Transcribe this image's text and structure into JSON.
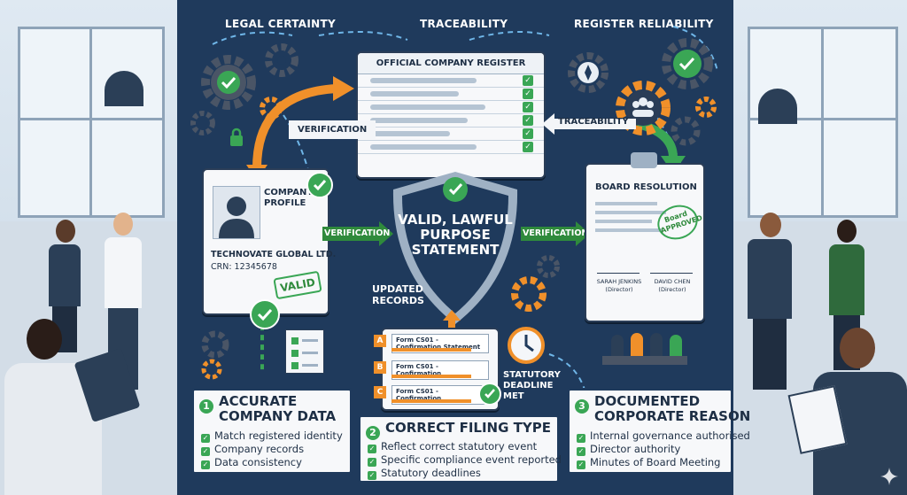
{
  "top_labels": [
    "LEGAL CERTAINTY",
    "TRACEABILITY",
    "REGISTER RELIABILITY"
  ],
  "register": {
    "title": "OFFICIAL COMPANY REGISTER"
  },
  "profile": {
    "title": "COMPANY PROFILE",
    "company_name": "TECHNOVATE GLOBAL LTD.",
    "crn": "CRN: 12345678",
    "stamp": "VALID"
  },
  "board": {
    "title": "BOARD RESOLUTION",
    "stamp_line1": "Board",
    "stamp_line2": "APPROVED",
    "signer1_name": "SARAH JENKINS",
    "signer1_role": "(Director)",
    "signer2_name": "DAVID CHEN",
    "signer2_role": "(Director)"
  },
  "shield": {
    "line1": "VALID, LAWFUL",
    "line2": "PURPOSE",
    "line3": "STATEMENT"
  },
  "arrow_labels": {
    "verification_top": "VERIFICATION",
    "traceability": "TRACEABILITY",
    "verification_left": "VERIFICATION",
    "verification_right": "VERIFICATION"
  },
  "updated_records": {
    "line1": "UPDATED",
    "line2": "RECORDS"
  },
  "forms": [
    {
      "letter": "A",
      "text": "Form CS01 - Confirmation Statement"
    },
    {
      "letter": "B",
      "text": "Form CS01 - Confirmation"
    },
    {
      "letter": "C",
      "text": "Form CS01 - Confirmation"
    }
  ],
  "deadline": {
    "line1": "STATUTORY",
    "line2": "DEADLINE",
    "line3": "MET"
  },
  "sections": [
    {
      "number": "1",
      "title_line1": "ACCURATE",
      "title_line2": "COMPANY DATA",
      "bullets": [
        "Match registered identity",
        "Company records",
        "Data consistency"
      ]
    },
    {
      "number": "2",
      "title_line1": "CORRECT FILING TYPE",
      "title_line2": "",
      "bullets": [
        "Reflect correct statutory event",
        "Specific compliance event reported",
        "Statutory deadlines"
      ]
    },
    {
      "number": "3",
      "title_line1": "DOCUMENTED",
      "title_line2": "CORPORATE REASON",
      "bullets": [
        "Internal governance authorised",
        "Director authority",
        "Minutes of Board Meeting"
      ]
    }
  ],
  "colors": {
    "navy": "#1f3a5c",
    "green": "#3aa655",
    "orange": "#f0902a",
    "grey_gear": "#4a5566"
  }
}
